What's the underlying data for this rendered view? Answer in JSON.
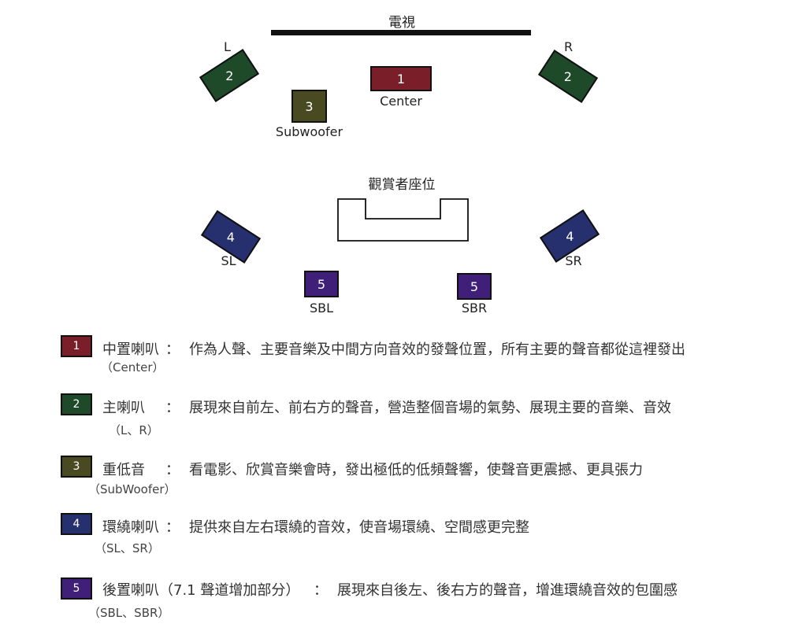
{
  "colors": {
    "center": "#7a1f2a",
    "main": "#1f4a2a",
    "subwoofer": "#4a4a22",
    "surround": "#26306e",
    "back": "#3f1f78"
  },
  "diagram": {
    "tv_label": "電視",
    "left_letter": "L",
    "right_letter": "R",
    "center": {
      "number": "1",
      "caption": "Center"
    },
    "main_left": {
      "number": "2"
    },
    "main_right": {
      "number": "2"
    },
    "subwoofer": {
      "number": "3",
      "caption": "Subwoofer"
    },
    "seat_label": "觀賞者座位",
    "surround_left": {
      "number": "4",
      "caption": "SL"
    },
    "surround_right": {
      "number": "4",
      "caption": "SR"
    },
    "back_left": {
      "number": "5",
      "caption": "SBL"
    },
    "back_right": {
      "number": "5",
      "caption": "SBR"
    }
  },
  "legend": [
    {
      "number": "1",
      "name": "中置喇叭",
      "colon": "：",
      "description": "作為人聲、主要音樂及中間方向音效的發聲位置，所有主要的聲音都從這裡發出",
      "sub": "（Center）"
    },
    {
      "number": "2",
      "name": "主喇叭",
      "colon": "：",
      "description": "展現來自前左、前右方的聲音，營造整個音場的氣勢、展現主要的音樂、音效",
      "sub": "（L、R）"
    },
    {
      "number": "3",
      "name": "重低音",
      "colon": "：",
      "description": "看電影、欣賞音樂會時，發出極低的低頻聲響，使聲音更震撼、更具張力",
      "sub": "（SubWoofer）"
    },
    {
      "number": "4",
      "name": "環繞喇叭",
      "colon": "：",
      "description": "提供來自左右環繞的音效，使音場環繞、空間感更完整",
      "sub": "（SL、SR）"
    },
    {
      "number": "5",
      "name": "後置喇叭（7.1 聲道增加部分）",
      "colon": "：",
      "description": "展現來自後左、後右方的聲音，增進環繞音效的包圍感",
      "sub": "（SBL、SBR）"
    }
  ]
}
